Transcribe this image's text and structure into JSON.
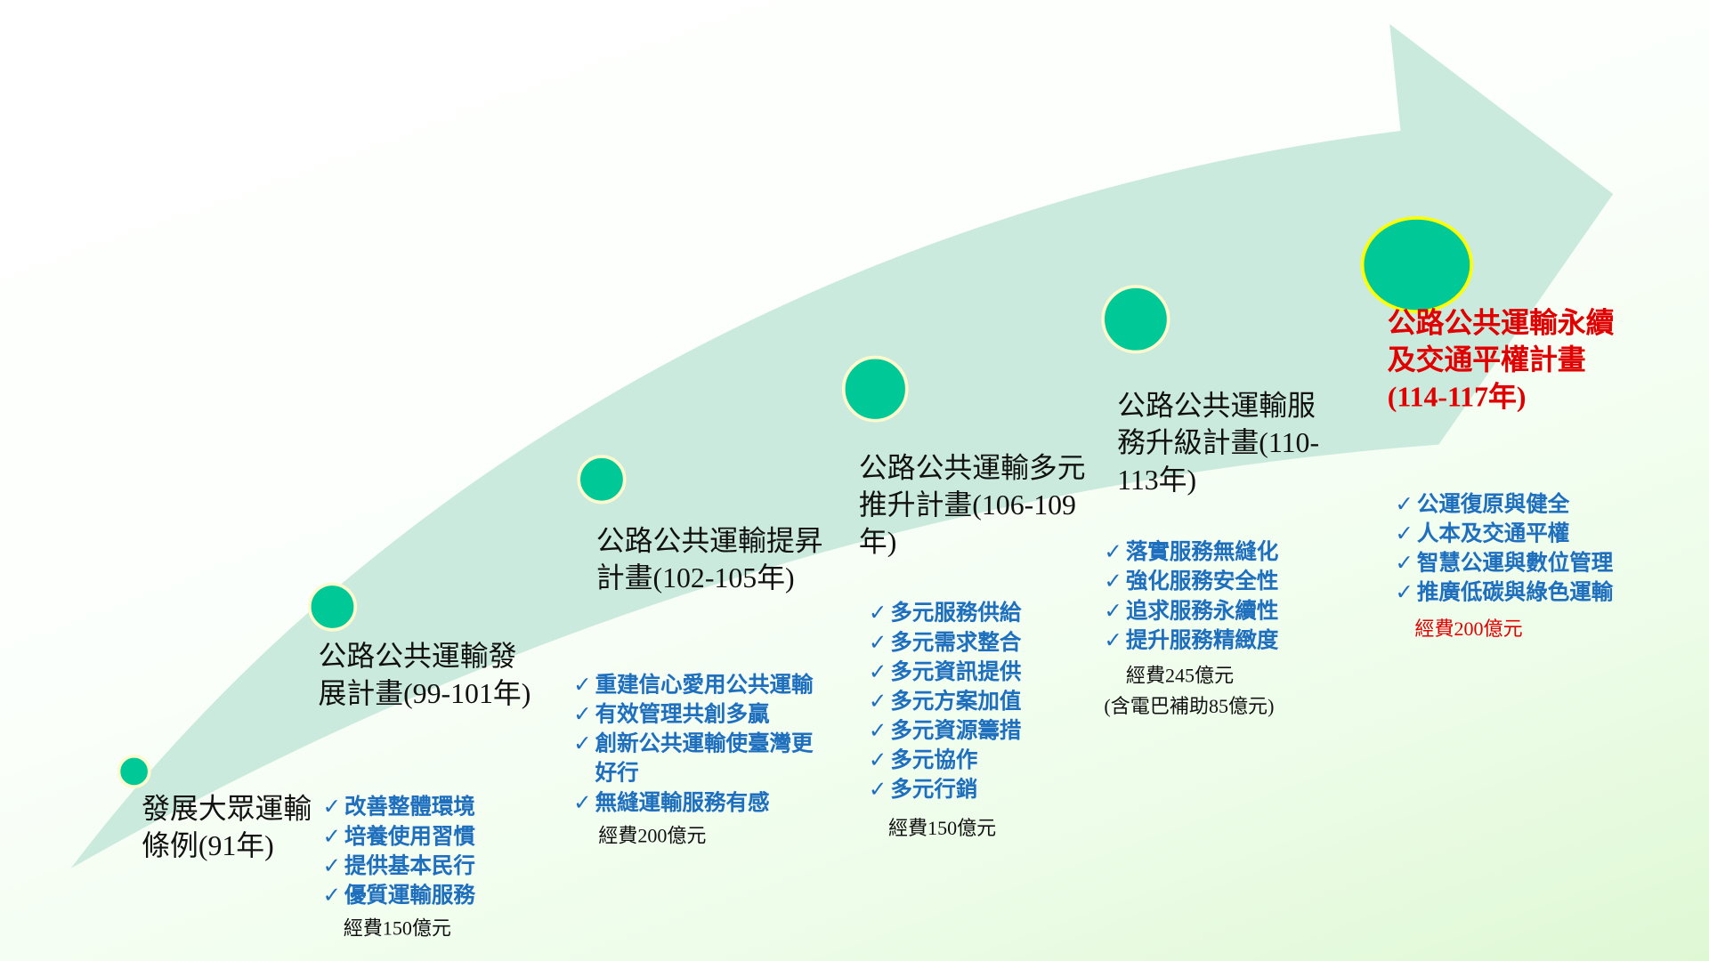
{
  "colors": {
    "arrow": "#cbeade",
    "node": "#00c896",
    "node_ring": "#fffacd",
    "final_ring": "#ffff00",
    "check": "#1f6fbf",
    "highlight": "#e00000"
  },
  "stages": [
    {
      "title": [
        "發展大眾運輸",
        "條例(91年)"
      ],
      "items": [
        "改善整體環境",
        "培養使用習慣",
        "提供基本民行",
        "優質運輸服務"
      ],
      "budget": "經費150億元"
    },
    {
      "title": [
        "公路公共運輸發",
        "展計畫(99-101年)"
      ],
      "items": [
        "重建信心愛用公共運輸",
        "有效管理共創多贏",
        "創新公共運輸使臺灣更",
        "好行",
        "無縫運輸服務有感"
      ],
      "budget": "經費200億元"
    },
    {
      "title": [
        "公路公共運輸提昇",
        "計畫(102-105年)"
      ]
    },
    {
      "title": [
        "公路公共運輸多元",
        "推升計畫(106-109",
        "年)"
      ],
      "items": [
        "多元服務供給",
        "多元需求整合",
        "多元資訊提供",
        "多元方案加值",
        "多元資源籌措",
        "多元協作",
        "多元行銷"
      ],
      "budget": "經費150億元"
    },
    {
      "title": [
        "公路公共運輸服",
        "務升級計畫(110-",
        "113年)"
      ],
      "items": [
        "落實服務無縫化",
        "強化服務安全性",
        "追求服務永續性",
        "提升服務精緻度"
      ],
      "budget": "經費245億元",
      "budget_note": "(含電巴補助85億元)"
    },
    {
      "title": [
        "公路公共運輸永續",
        "及交通平權計畫",
        "(114-117年)"
      ],
      "items": [
        "公運復原與健全",
        "人本及交通平權",
        "智慧公運與數位管理",
        "推廣低碳與綠色運輸"
      ],
      "budget": "經費200億元"
    }
  ],
  "check_mark": "✓"
}
